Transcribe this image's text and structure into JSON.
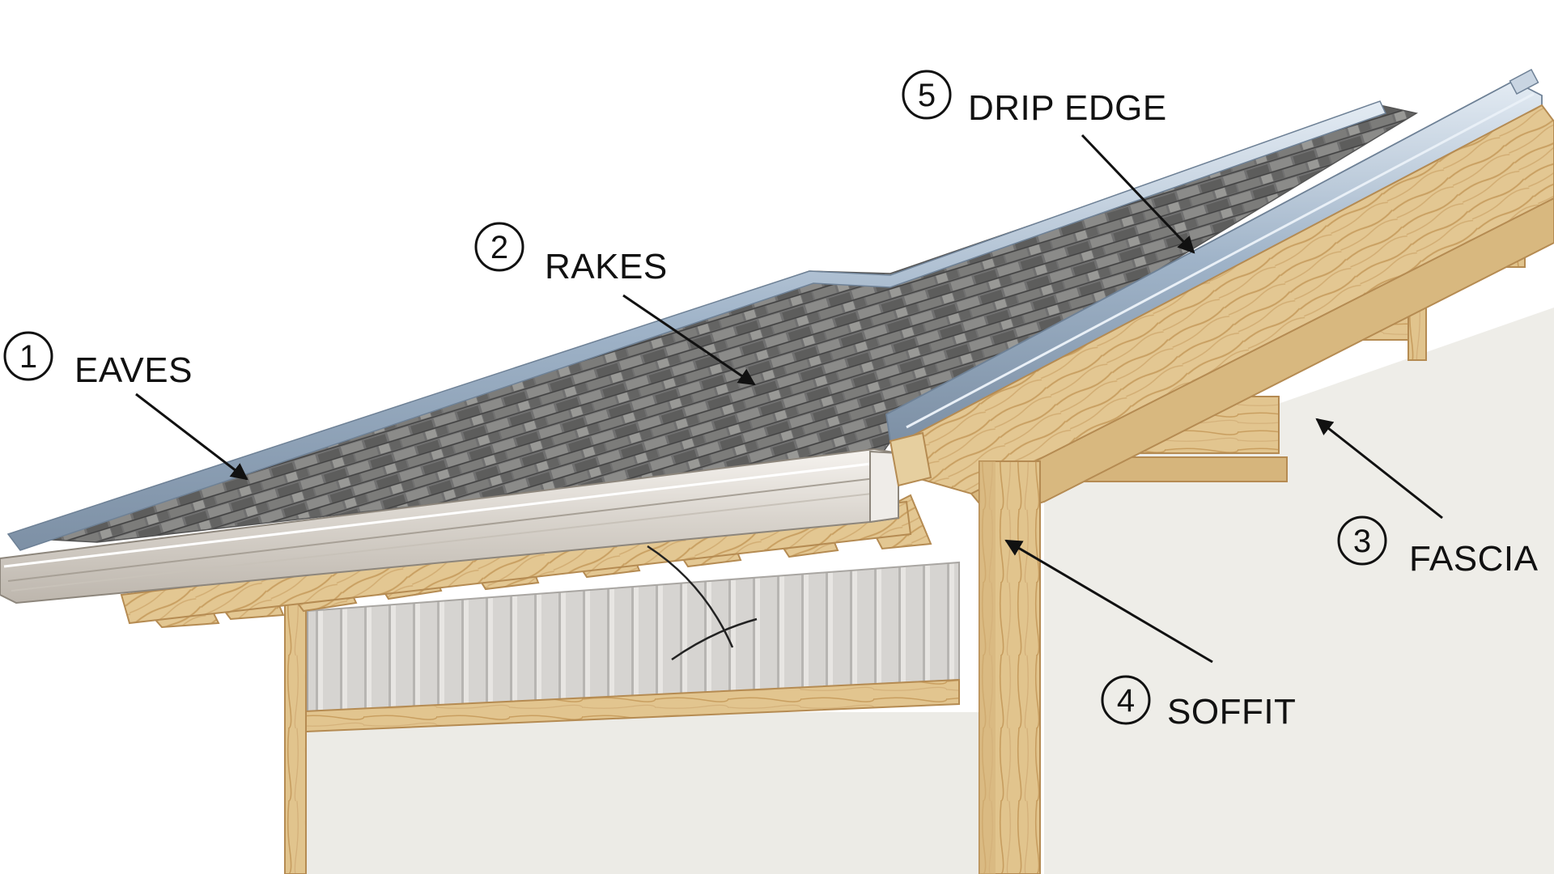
{
  "labels": [
    {
      "id": "eaves",
      "number": "1",
      "text": "EAVES"
    },
    {
      "id": "rakes",
      "number": "2",
      "text": "RAKES"
    },
    {
      "id": "fascia",
      "number": "3",
      "text": "FASCIA"
    },
    {
      "id": "soffit",
      "number": "4",
      "text": "SOFFIT"
    },
    {
      "id": "drip-edge",
      "number": "5",
      "text": "DRIP EDGE"
    }
  ],
  "colors": {
    "background": "#ffffff",
    "wall": "#ecebe6",
    "wood": "#e2c48e",
    "wood_dark": "#c69a5b",
    "shingle": "#6f6f6d",
    "drip_edge_metal": "#a9bcd0",
    "gutter": "#e6e2dc",
    "soffit_panel": "#d4d2cf",
    "label": "#111111"
  }
}
